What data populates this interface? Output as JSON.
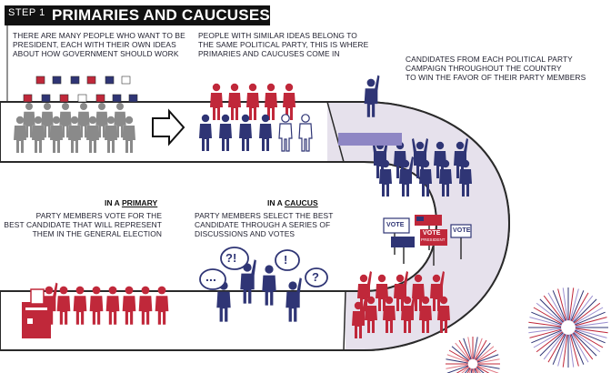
{
  "title": {
    "step": "STEP 1",
    "main": "PRIMARIES AND CAUCUSES"
  },
  "texts": {
    "intro_line1": "THERE ARE MANY PEOPLE WHO WANT TO BE",
    "intro_line2": "PRESIDENT, EACH WITH THEIR OWN IDEAS",
    "intro_line3": "ABOUT HOW GOVERNMENT SHOULD WORK",
    "party_line1": "PEOPLE WITH SIMILAR IDEAS BELONG TO",
    "party_line2": "THE SAME POLITICAL PARTY, THIS IS WHERE",
    "party_line3": "PRIMARIES AND CAUCUSES COME IN",
    "campaign_line1": "CANDIDATES FROM EACH POLITICAL PARTY",
    "campaign_line2": "CAMPAIGN THROUGHOUT THE COUNTRY",
    "campaign_line3": "TO WIN THE FAVOR OF THEIR PARTY MEMBERS",
    "primary_prefix": "IN A ",
    "primary_word": "PRIMARY",
    "primary_line1": "PARTY MEMBERS VOTE FOR THE",
    "primary_line2": "BEST CANDIDATE THAT WILL REPRESENT",
    "primary_line3": "THEM IN THE GENERAL ELECTION",
    "caucus_prefix": "IN A ",
    "caucus_word": "CAUCUS",
    "caucus_line1": "PARTY MEMBERS SELECT THE BEST",
    "caucus_line2": "CANDIDATE THROUGH A SERIES OF",
    "caucus_line3": "DISCUSSIONS AND VOTES"
  },
  "signs": {
    "vote1": "VOTE",
    "vote2": "VOTE",
    "vote3": "VOTE",
    "president": "PRESIDENT"
  },
  "bubbles": {
    "dots": "...",
    "interrobang": "?!",
    "exclaim": "!",
    "question": "?"
  },
  "colors": {
    "red": "#c0283a",
    "navy": "#2f3575",
    "gray": "#8a8a8a",
    "band": "#e6e1ec",
    "ink": "#111111"
  }
}
